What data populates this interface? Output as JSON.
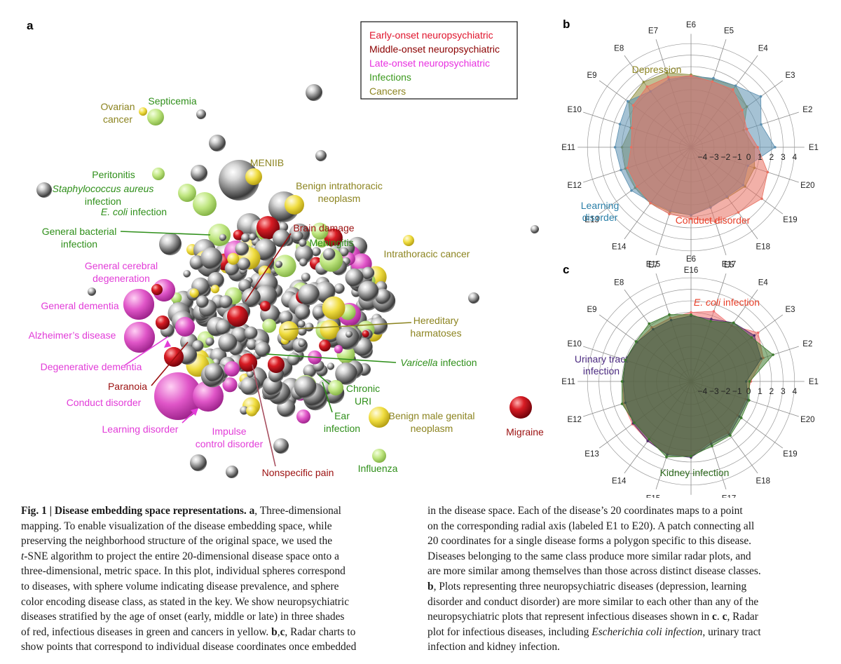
{
  "panels": {
    "a": "a",
    "b": "b",
    "c": "c"
  },
  "legend": [
    {
      "label": "Early-onset neuropsychiatric",
      "color": "#e0142c"
    },
    {
      "label": "Middle-onset neuropsychiatric",
      "color": "#8b0000"
    },
    {
      "label": "Late-onset neuropsychiatric",
      "color": "#e830e0"
    },
    {
      "label": "Infections",
      "color": "#3c9a1e"
    },
    {
      "label": "Cancers",
      "color": "#8c8420"
    }
  ],
  "colors": {
    "early": "#e0142c",
    "middle": "#9b1010",
    "late": "#e23cd8",
    "infection": "#2f8f1a",
    "cancer": "#8c8420",
    "sphere_silver": "#9a9a9a",
    "sphere_infection": "#b8e07a",
    "sphere_cancer": "#e8d640",
    "sphere_early": "#d01020",
    "sphere_late": "#e050c8",
    "radar_depression": "#8c8c3c",
    "radar_learning": "#5b8fb0",
    "radar_conduct": "#e87060",
    "radar_ecoli": "#f07070",
    "radar_urinary": "#4b2a6a",
    "radar_kidney": "#3c7a2c"
  },
  "tsne_labels": [
    {
      "text": "Septicemia",
      "cls": "infection"
    },
    {
      "text": "Ovarian\ncancer",
      "cls": "cancer"
    },
    {
      "text": "MENIIB",
      "cls": "cancer"
    },
    {
      "text": "Benign intrathoracic\nneoplasm",
      "cls": "cancer"
    },
    {
      "text": "Peritonitis",
      "cls": "infection"
    },
    {
      "text": "Staphylococcus aureus\ninfection",
      "cls": "infection"
    },
    {
      "text": "E. coli infection",
      "cls": "infection"
    },
    {
      "text": "General bacterial\ninfection",
      "cls": "infection"
    },
    {
      "text": "Brain damage",
      "cls": "middle"
    },
    {
      "text": "Meningitis",
      "cls": "infection"
    },
    {
      "text": "Intrathoracic cancer",
      "cls": "cancer"
    },
    {
      "text": "General cerebral\ndegeneration",
      "cls": "late"
    },
    {
      "text": "General dementia",
      "cls": "late"
    },
    {
      "text": "Alzheimer’s disease",
      "cls": "late"
    },
    {
      "text": "Hereditary\nharmatoses",
      "cls": "cancer"
    },
    {
      "text": "Degenerative dementia",
      "cls": "late"
    },
    {
      "text": "Varicella infection",
      "cls": "infection"
    },
    {
      "text": "Paranoia",
      "cls": "middle"
    },
    {
      "text": "Chronic\nURI",
      "cls": "infection"
    },
    {
      "text": "Conduct disorder",
      "cls": "late"
    },
    {
      "text": "Ear\ninfection",
      "cls": "infection"
    },
    {
      "text": "Benign male genital\nneoplasm",
      "cls": "cancer"
    },
    {
      "text": "Learning disorder",
      "cls": "late"
    },
    {
      "text": "Impulse\ncontrol disorder",
      "cls": "late"
    },
    {
      "text": "Migraine",
      "cls": "middle"
    },
    {
      "text": "Influenza",
      "cls": "infection"
    },
    {
      "text": "Nonspecific pain",
      "cls": "middle"
    }
  ],
  "radar": {
    "axes": [
      "E1",
      "E2",
      "E3",
      "E4",
      "E5",
      "E6",
      "E7",
      "E8",
      "E9",
      "E10",
      "E11",
      "E12",
      "E13",
      "E14",
      "E15",
      "E16",
      "E17",
      "E18",
      "E19",
      "E20"
    ],
    "ticks": [
      "−4",
      "−3",
      "−2",
      "−1",
      "0",
      "1",
      "2",
      "3",
      "4"
    ],
    "range": [
      -5,
      4.5
    ],
    "b": {
      "series": [
        {
          "name": "Depression",
          "color_key": "radar_depression",
          "values": [
            0.5,
            -0.2,
            1.0,
            1.6,
            1.2,
            1.3,
            1.8,
            2.0,
            1.7,
            0.5,
            1.0,
            1.0,
            1.0,
            1.0,
            0.9,
            0.9,
            0.4,
            0.4,
            0.8,
            0.8
          ]
        },
        {
          "name": "Learning\ndisorder",
          "color_key": "radar_learning",
          "values": [
            2.3,
            1.4,
            2.5,
            1.6,
            1.3,
            1.2,
            1.2,
            1.0,
            1.8,
            1.5,
            1.6,
            1.4,
            1.4,
            0.9,
            0.8,
            0.9,
            0.5,
            0.3,
            0.6,
            0.2
          ]
        },
        {
          "name": "Conduct disorder",
          "color_key": "radar_conduct",
          "values": [
            0.8,
            0.1,
            0.5,
            1.2,
            1.0,
            1.2,
            1.4,
            1.5,
            1.2,
            0.4,
            0.2,
            0.8,
            0.8,
            1.0,
            1.1,
            1.2,
            1.8,
            2.0,
            2.6,
            2.0
          ]
        }
      ]
    },
    "c": {
      "series": [
        {
          "name": "E. coli infection",
          "color_key": "radar_ecoli",
          "values": [
            0.2,
            1.6,
            2.2,
            1.0,
            1.4,
            1.0,
            0.8,
            0.8,
            0.8,
            1.0,
            0.9,
            1.2,
            1.3,
            1.4,
            1.6,
            1.5,
            0.5,
            0.5,
            0.0,
            0.0
          ]
        },
        {
          "name": "Urinary tract\ninfection",
          "color_key": "radar_urinary",
          "values": [
            -0.2,
            1.4,
            1.8,
            1.3,
            0.7,
            0.7,
            0.6,
            0.6,
            0.8,
            1.0,
            0.9,
            1.0,
            1.2,
            1.4,
            1.7,
            1.6,
            0.7,
            0.7,
            0.2,
            0.2
          ]
        },
        {
          "name": "Kidney infection",
          "color_key": "radar_kidney",
          "values": [
            0.1,
            2.5,
            1.5,
            1.3,
            0.5,
            0.8,
            1.1,
            1.2,
            0.9,
            1.0,
            1.0,
            1.3,
            1.1,
            1.2,
            1.9,
            1.5,
            0.9,
            0.8,
            0.4,
            0.3
          ]
        }
      ]
    }
  },
  "caption": {
    "left": [
      {
        "bold": "Fig. 1 | Disease embedding space representations. ",
        "boldb": "a",
        "rest": ", Three-dimensional"
      },
      {
        "text": "mapping. To enable visualization of the disease embedding space, while"
      },
      {
        "text": "preserving the neighborhood structure of the original space, we used the"
      },
      {
        "italic": "t",
        "text": "-SNE algorithm to project the entire 20-dimensional disease space onto a"
      },
      {
        "text": "three-dimensional, metric space. In this plot, individual spheres correspond"
      },
      {
        "text": "to diseases, with sphere volume indicating disease prevalence, and sphere"
      },
      {
        "text": "color encoding disease class, as stated in the key. We show neuropsychiatric"
      },
      {
        "text": "diseases stratified by the age of onset (early, middle or late) in three shades"
      },
      {
        "pre": "of red, infectious diseases in green and cancers in yellow. ",
        "boldmid": "b",
        "mid": ",",
        "boldmid2": "c",
        "text": ", Radar charts to"
      },
      {
        "text": "show points that correspond to individual disease coordinates once embedded"
      }
    ],
    "right": [
      {
        "text": "in the disease space. Each of the disease’s 20 coordinates maps to a point"
      },
      {
        "text": "on the corresponding radial axis (labeled E1 to E20). A patch connecting all"
      },
      {
        "text": "20 coordinates for a single disease forms a polygon specific to this disease."
      },
      {
        "text": "Diseases belonging to the same class produce more similar radar plots, and"
      },
      {
        "text": "are more similar among themselves than those across distinct disease classes."
      },
      {
        "boldpre": "b",
        "text": ", Plots representing three neuropsychiatric diseases (depression, learning"
      },
      {
        "text": "disorder and conduct disorder) are more similar to each other than any of the"
      },
      {
        "pre": "neuropsychiatric plots that represent infectious diseases shown in ",
        "boldmid": "c",
        "mid": ". ",
        "boldmid2": "c",
        "text": ", Radar"
      },
      {
        "pre": "plot for infectious diseases, including ",
        "italic": "Escherichia coli infection",
        "text": ", urinary tract"
      },
      {
        "text": "infection and kidney infection."
      }
    ]
  }
}
